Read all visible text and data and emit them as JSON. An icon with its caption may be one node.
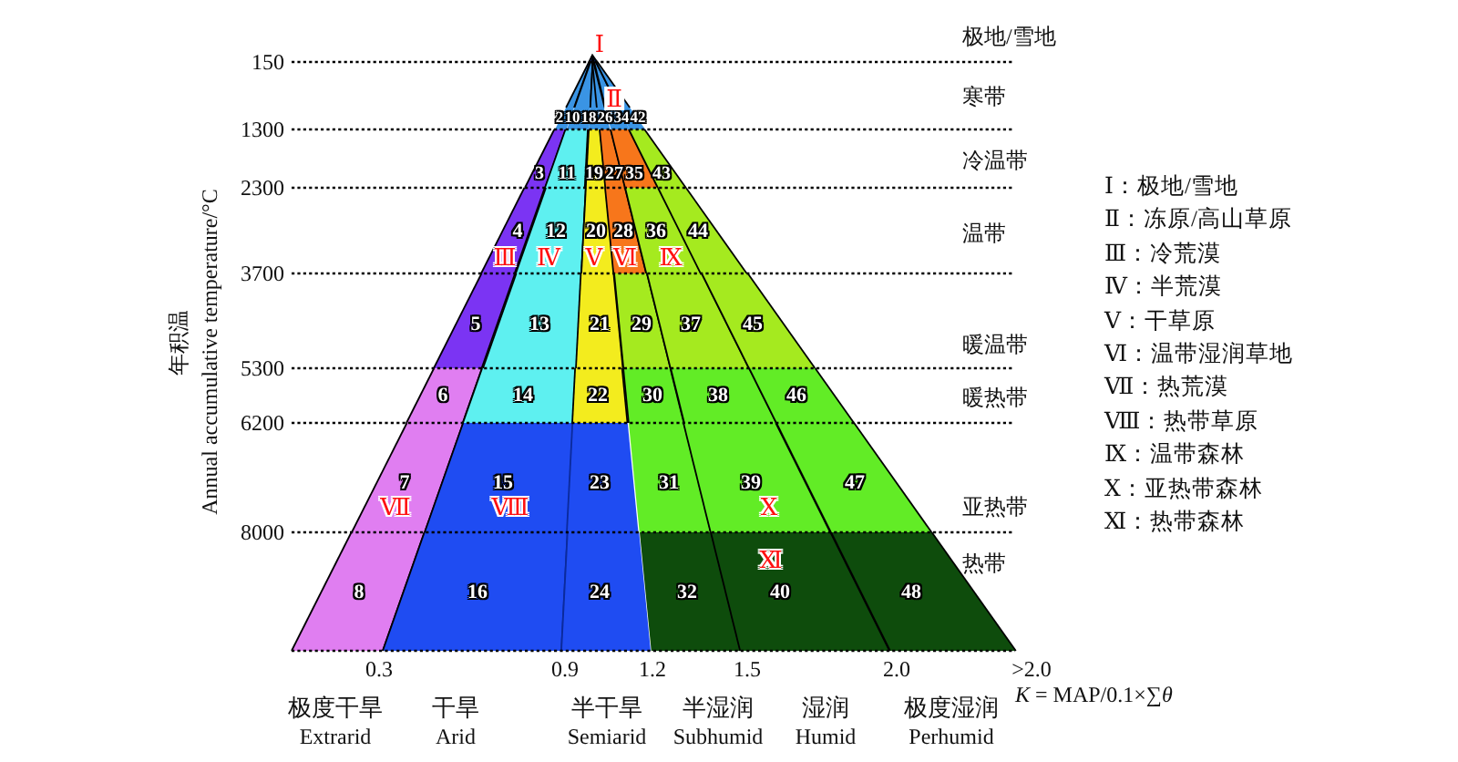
{
  "diagram": {
    "nodes": [
      {
        "text": [
          "2"
        ]
      },
      {
        "text": [
          "10"
        ]
      },
      {
        "text": [
          "18"
        ]
      },
      {
        "text": [
          "26"
        ]
      },
      {
        "text": [
          "34"
        ]
      },
      {
        "text": [
          "42"
        ]
      },
      {
        "text": [
          "3"
        ]
      },
      {
        "text": [
          "11"
        ]
      },
      {
        "text": [
          "19"
        ]
      },
      {
        "text": [
          "27"
        ]
      },
      {
        "text": [
          "35"
        ]
      },
      {
        "text": [
          "43"
        ]
      },
      {
        "text": [
          "4"
        ]
      },
      {
        "text": [
          "12"
        ]
      },
      {
        "text": [
          "20"
        ]
      },
      {
        "text": [
          "28"
        ]
      },
      {
        "text": [
          "36"
        ]
      },
      {
        "text": [
          "44"
        ]
      },
      {
        "text": [
          "5"
        ]
      },
      {
        "text": [
          "13"
        ]
      },
      {
        "text": [
          "21"
        ]
      },
      {
        "text": [
          "29"
        ]
      },
      {
        "text": [
          "37"
        ]
      },
      {
        "text": [
          "45"
        ]
      },
      {
        "text": [
          "6"
        ]
      },
      {
        "text": [
          "14"
        ]
      },
      {
        "text": [
          "22"
        ]
      },
      {
        "text": [
          "30"
        ]
      },
      {
        "text": [
          "38"
        ]
      },
      {
        "text": [
          "46"
        ]
      },
      {
        "text": [
          "7"
        ]
      },
      {
        "text": [
          "15"
        ]
      },
      {
        "text": [
          "23"
        ]
      },
      {
        "text": [
          "31"
        ]
      },
      {
        "text": [
          "39"
        ]
      },
      {
        "text": [
          "47"
        ]
      },
      {
        "text": [
          "8"
        ]
      },
      {
        "text": [
          "16"
        ]
      },
      {
        "text": [
          "24"
        ]
      },
      {
        "text": [
          "32"
        ]
      },
      {
        "text": [
          "40"
        ]
      },
      {
        "text": [
          "48"
        ]
      }
    ],
    "labels": [
      "150",
      "1300",
      "2300",
      "3700",
      "5300",
      "6200",
      "8000",
      "极地/雪地",
      "寒带",
      "冷温带",
      "温带",
      "暖温带",
      "暖热带",
      "亚热带",
      "热带",
      "年积温",
      "Annual accumulative temperature/°C",
      "Ⅰ",
      "Ⅱ",
      "Ⅲ",
      "Ⅳ",
      "Ⅴ",
      "Ⅵ",
      "Ⅶ",
      "Ⅷ",
      "Ⅸ",
      "Ⅹ",
      "Ⅺ",
      "0.3",
      "0.9",
      "1.2",
      "1.5",
      "2.0",
      ">2.0",
      "极度干旱",
      "Extrarid",
      "干旱",
      "Arid",
      "半干旱",
      "Semiarid",
      "半湿润",
      "Subhumid",
      "湿润",
      "Humid",
      "极度湿润",
      "Perhumid",
      "*K* = MAP/0.1×∑*θ*",
      "Ⅰ：极地/雪地",
      "Ⅱ：冻原/高山草原",
      "Ⅲ：冷荒漠",
      "Ⅳ：半荒漠",
      "Ⅴ：干草原",
      "Ⅵ：温带湿润草地",
      "Ⅶ：热荒漠",
      "Ⅷ：热带草原",
      "Ⅸ：温带森林",
      "Ⅹ：亚热带森林",
      "Ⅺ：热带森林"
    ]
  }
}
